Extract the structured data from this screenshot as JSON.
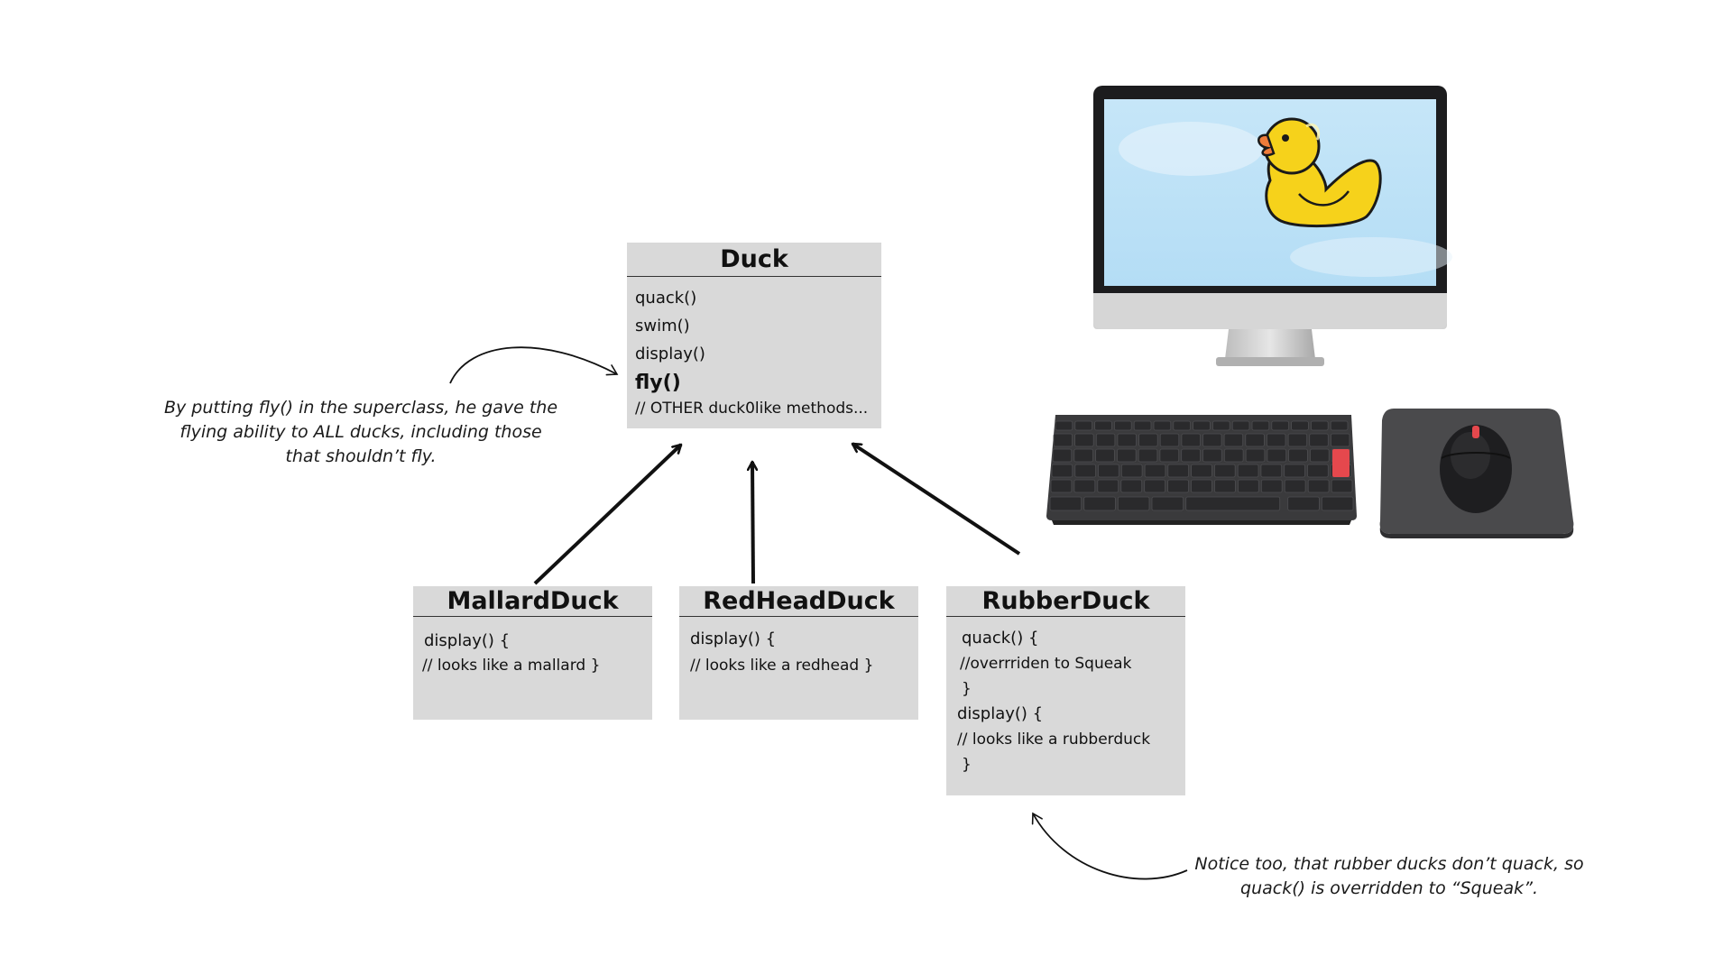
{
  "diagram": {
    "duck": {
      "title": "Duck",
      "methods": [
        "quack()",
        "swim()",
        "display()",
        "fly()",
        "// OTHER duck0like methods..."
      ]
    },
    "mallard": {
      "title": "MallardDuck",
      "lines": [
        "display() {",
        "// looks like a mallard }"
      ]
    },
    "redhead": {
      "title": "RedHeadDuck",
      "lines": [
        "display() {",
        "// looks like a redhead }"
      ]
    },
    "rubber": {
      "title": "RubberDuck",
      "lines": [
        "quack() {",
        "//overrriden to Squeak",
        "}",
        "display() {",
        "// looks like a rubberduck",
        "}"
      ]
    }
  },
  "notes": {
    "fly": [
      "By putting fly() in the superclass, he gave the",
      "flying ability to ALL ducks, including those",
      "that shouldn’t fly."
    ],
    "quack": [
      "Notice too, that rubber ducks don’t quack, so",
      "quack() is overridden to “Squeak”."
    ]
  },
  "illustration": {
    "icons": [
      "monitor-icon",
      "rubber-duck-icon",
      "keyboard-icon",
      "mouse-icon",
      "mousepad-icon"
    ],
    "colors": {
      "screen_sky": "#bfe4f7",
      "duck_yellow": "#f6d21b",
      "duck_beak": "#f07c3a",
      "keyboard": "#3a3a3c",
      "accent_key": "#e5484d"
    }
  }
}
